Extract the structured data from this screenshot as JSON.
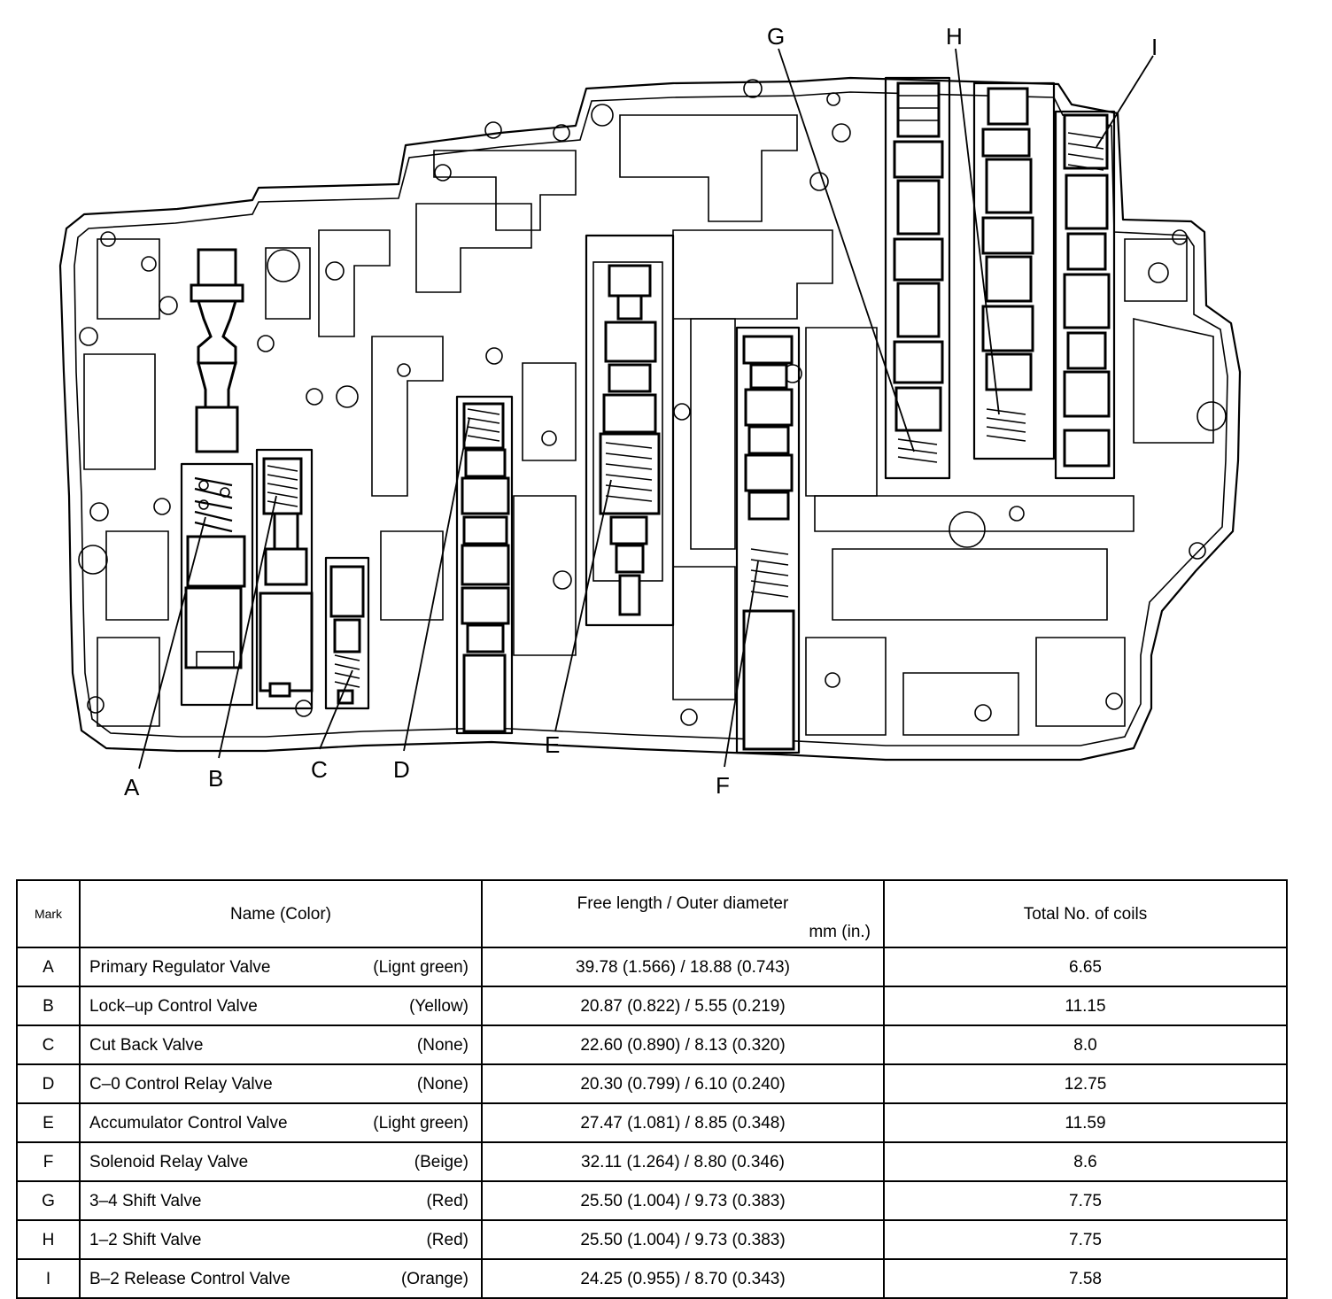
{
  "diagram": {
    "callouts": [
      "A",
      "B",
      "C",
      "D",
      "E",
      "F",
      "G",
      "H",
      "I"
    ]
  },
  "table": {
    "headers": {
      "mark": "Mark",
      "name": "Name (Color)",
      "spec_line1": "Free length / Outer diameter",
      "spec_line2": "mm (in.)",
      "coils": "Total No. of coils"
    },
    "rows": [
      {
        "mark": "A",
        "name": "Primary Regulator Valve",
        "color": "(Lignt green)",
        "spec": "39.78 (1.566) / 18.88 (0.743)",
        "coils": "6.65"
      },
      {
        "mark": "B",
        "name": "Lock–up Control Valve",
        "color": "(Yellow)",
        "spec": "20.87 (0.822) / 5.55 (0.219)",
        "coils": "11.15"
      },
      {
        "mark": "C",
        "name": "Cut Back Valve",
        "color": "(None)",
        "spec": "22.60 (0.890) / 8.13 (0.320)",
        "coils": "8.0"
      },
      {
        "mark": "D",
        "name": "C–0 Control Relay Valve",
        "color": "(None)",
        "spec": "20.30 (0.799) / 6.10 (0.240)",
        "coils": "12.75"
      },
      {
        "mark": "E",
        "name": "Accumulator Control Valve",
        "color": "(Light green)",
        "spec": "27.47 (1.081) / 8.85 (0.348)",
        "coils": "11.59"
      },
      {
        "mark": "F",
        "name": "Solenoid Relay Valve",
        "color": "(Beige)",
        "spec": "32.11 (1.264) / 8.80 (0.346)",
        "coils": "8.6"
      },
      {
        "mark": "G",
        "name": "3–4 Shift Valve",
        "color": "(Red)",
        "spec": "25.50 (1.004) / 9.73 (0.383)",
        "coils": "7.75"
      },
      {
        "mark": "H",
        "name": "1–2 Shift Valve",
        "color": "(Red)",
        "spec": "25.50 (1.004) / 9.73 (0.383)",
        "coils": "7.75"
      },
      {
        "mark": "I",
        "name": "B–2 Release Control Valve",
        "color": "(Orange)",
        "spec": "24.25 (0.955) / 8.70 (0.343)",
        "coils": "7.58"
      }
    ]
  }
}
